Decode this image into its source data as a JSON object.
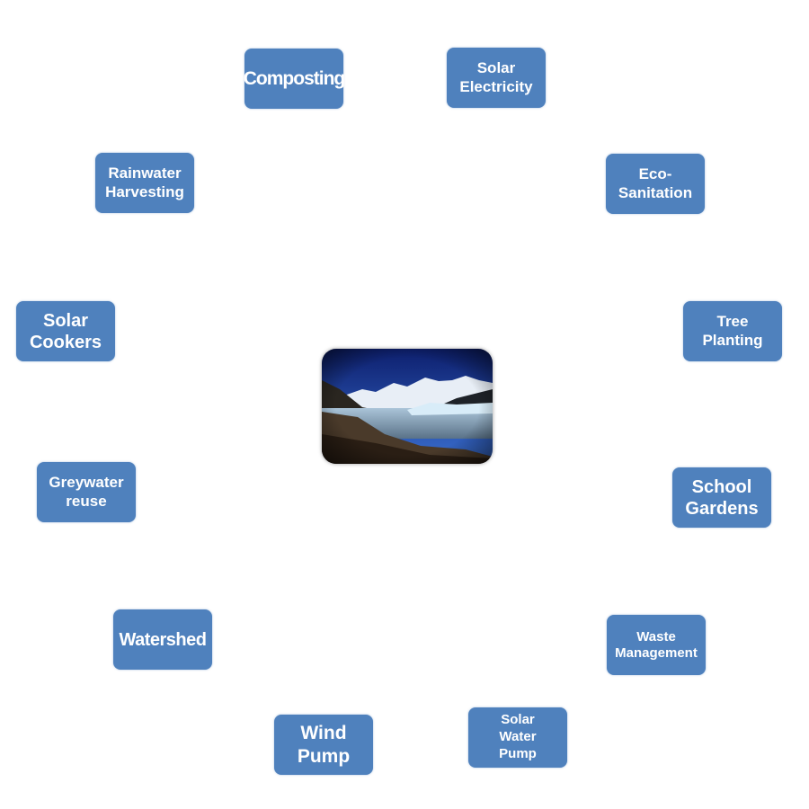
{
  "diagram": {
    "center_image": "glacier-lake-mountains-photo",
    "box_color": "#4f81bd",
    "nodes": [
      {
        "label": "Composting"
      },
      {
        "label": "Solar\nElectricity"
      },
      {
        "label": "Eco-\nSanitation"
      },
      {
        "label": "Tree\nPlanting"
      },
      {
        "label": "School\nGardens"
      },
      {
        "label": "Waste\nManagement"
      },
      {
        "label": "Solar\nWater\nPump"
      },
      {
        "label": "Wind\nPump"
      },
      {
        "label": "Watershed"
      },
      {
        "label": "Greywater\nreuse"
      },
      {
        "label": "Solar\nCookers"
      },
      {
        "label": "Rainwater\nHarvesting"
      }
    ]
  }
}
